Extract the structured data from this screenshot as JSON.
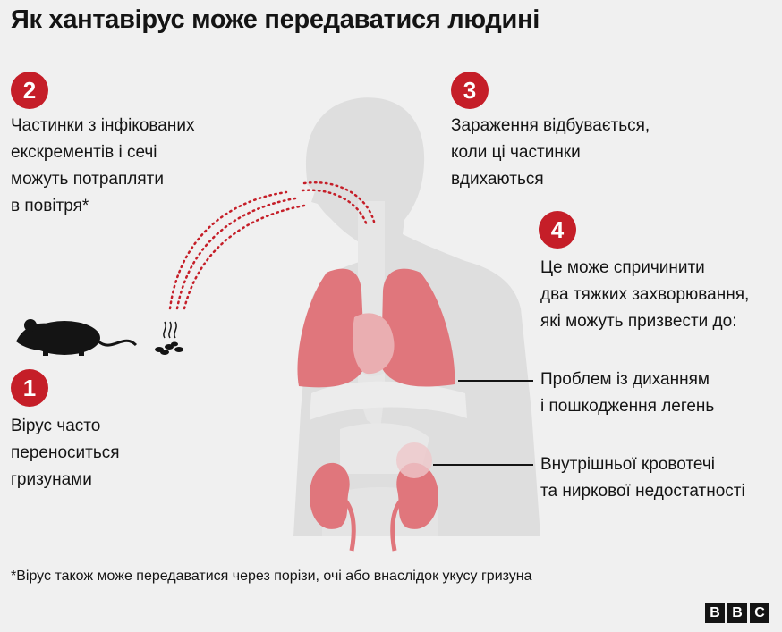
{
  "title": "Як хантавірус може передаватися людині",
  "steps": [
    {
      "number": "1",
      "lines": [
        "Вірус часто",
        "переноситься",
        "гризунами"
      ]
    },
    {
      "number": "2",
      "lines": [
        "Частинки з інфікованих",
        "екскрементів і сечі",
        "можуть потрапляти",
        "в повітря*"
      ]
    },
    {
      "number": "3",
      "lines": [
        "Зараження відбувається,",
        "коли ці частинки",
        "вдихаються"
      ]
    },
    {
      "number": "4",
      "lines": [
        "Це може спричинити",
        "два тяжких захворювання,",
        "які можуть призвести до:"
      ]
    }
  ],
  "outcomes": [
    {
      "lines": [
        "Проблем із диханням",
        "і пошкодження легень"
      ]
    },
    {
      "lines": [
        "Внутрішньої кровотечі",
        "та ниркової недостатності"
      ]
    }
  ],
  "footnote": "*Вірус також може передаватися через порізи, очі або внаслідок укусу гризуна",
  "logo": [
    "B",
    "B",
    "C"
  ],
  "colors": {
    "accent": "#c51e28",
    "organ": "#e0767c",
    "body": "#dedede",
    "background": "#f0f0f0"
  },
  "icons": [
    "mouse-icon",
    "droppings-icon",
    "human-body-icon",
    "lungs-icon",
    "kidneys-icon",
    "particle-trail-icon"
  ]
}
